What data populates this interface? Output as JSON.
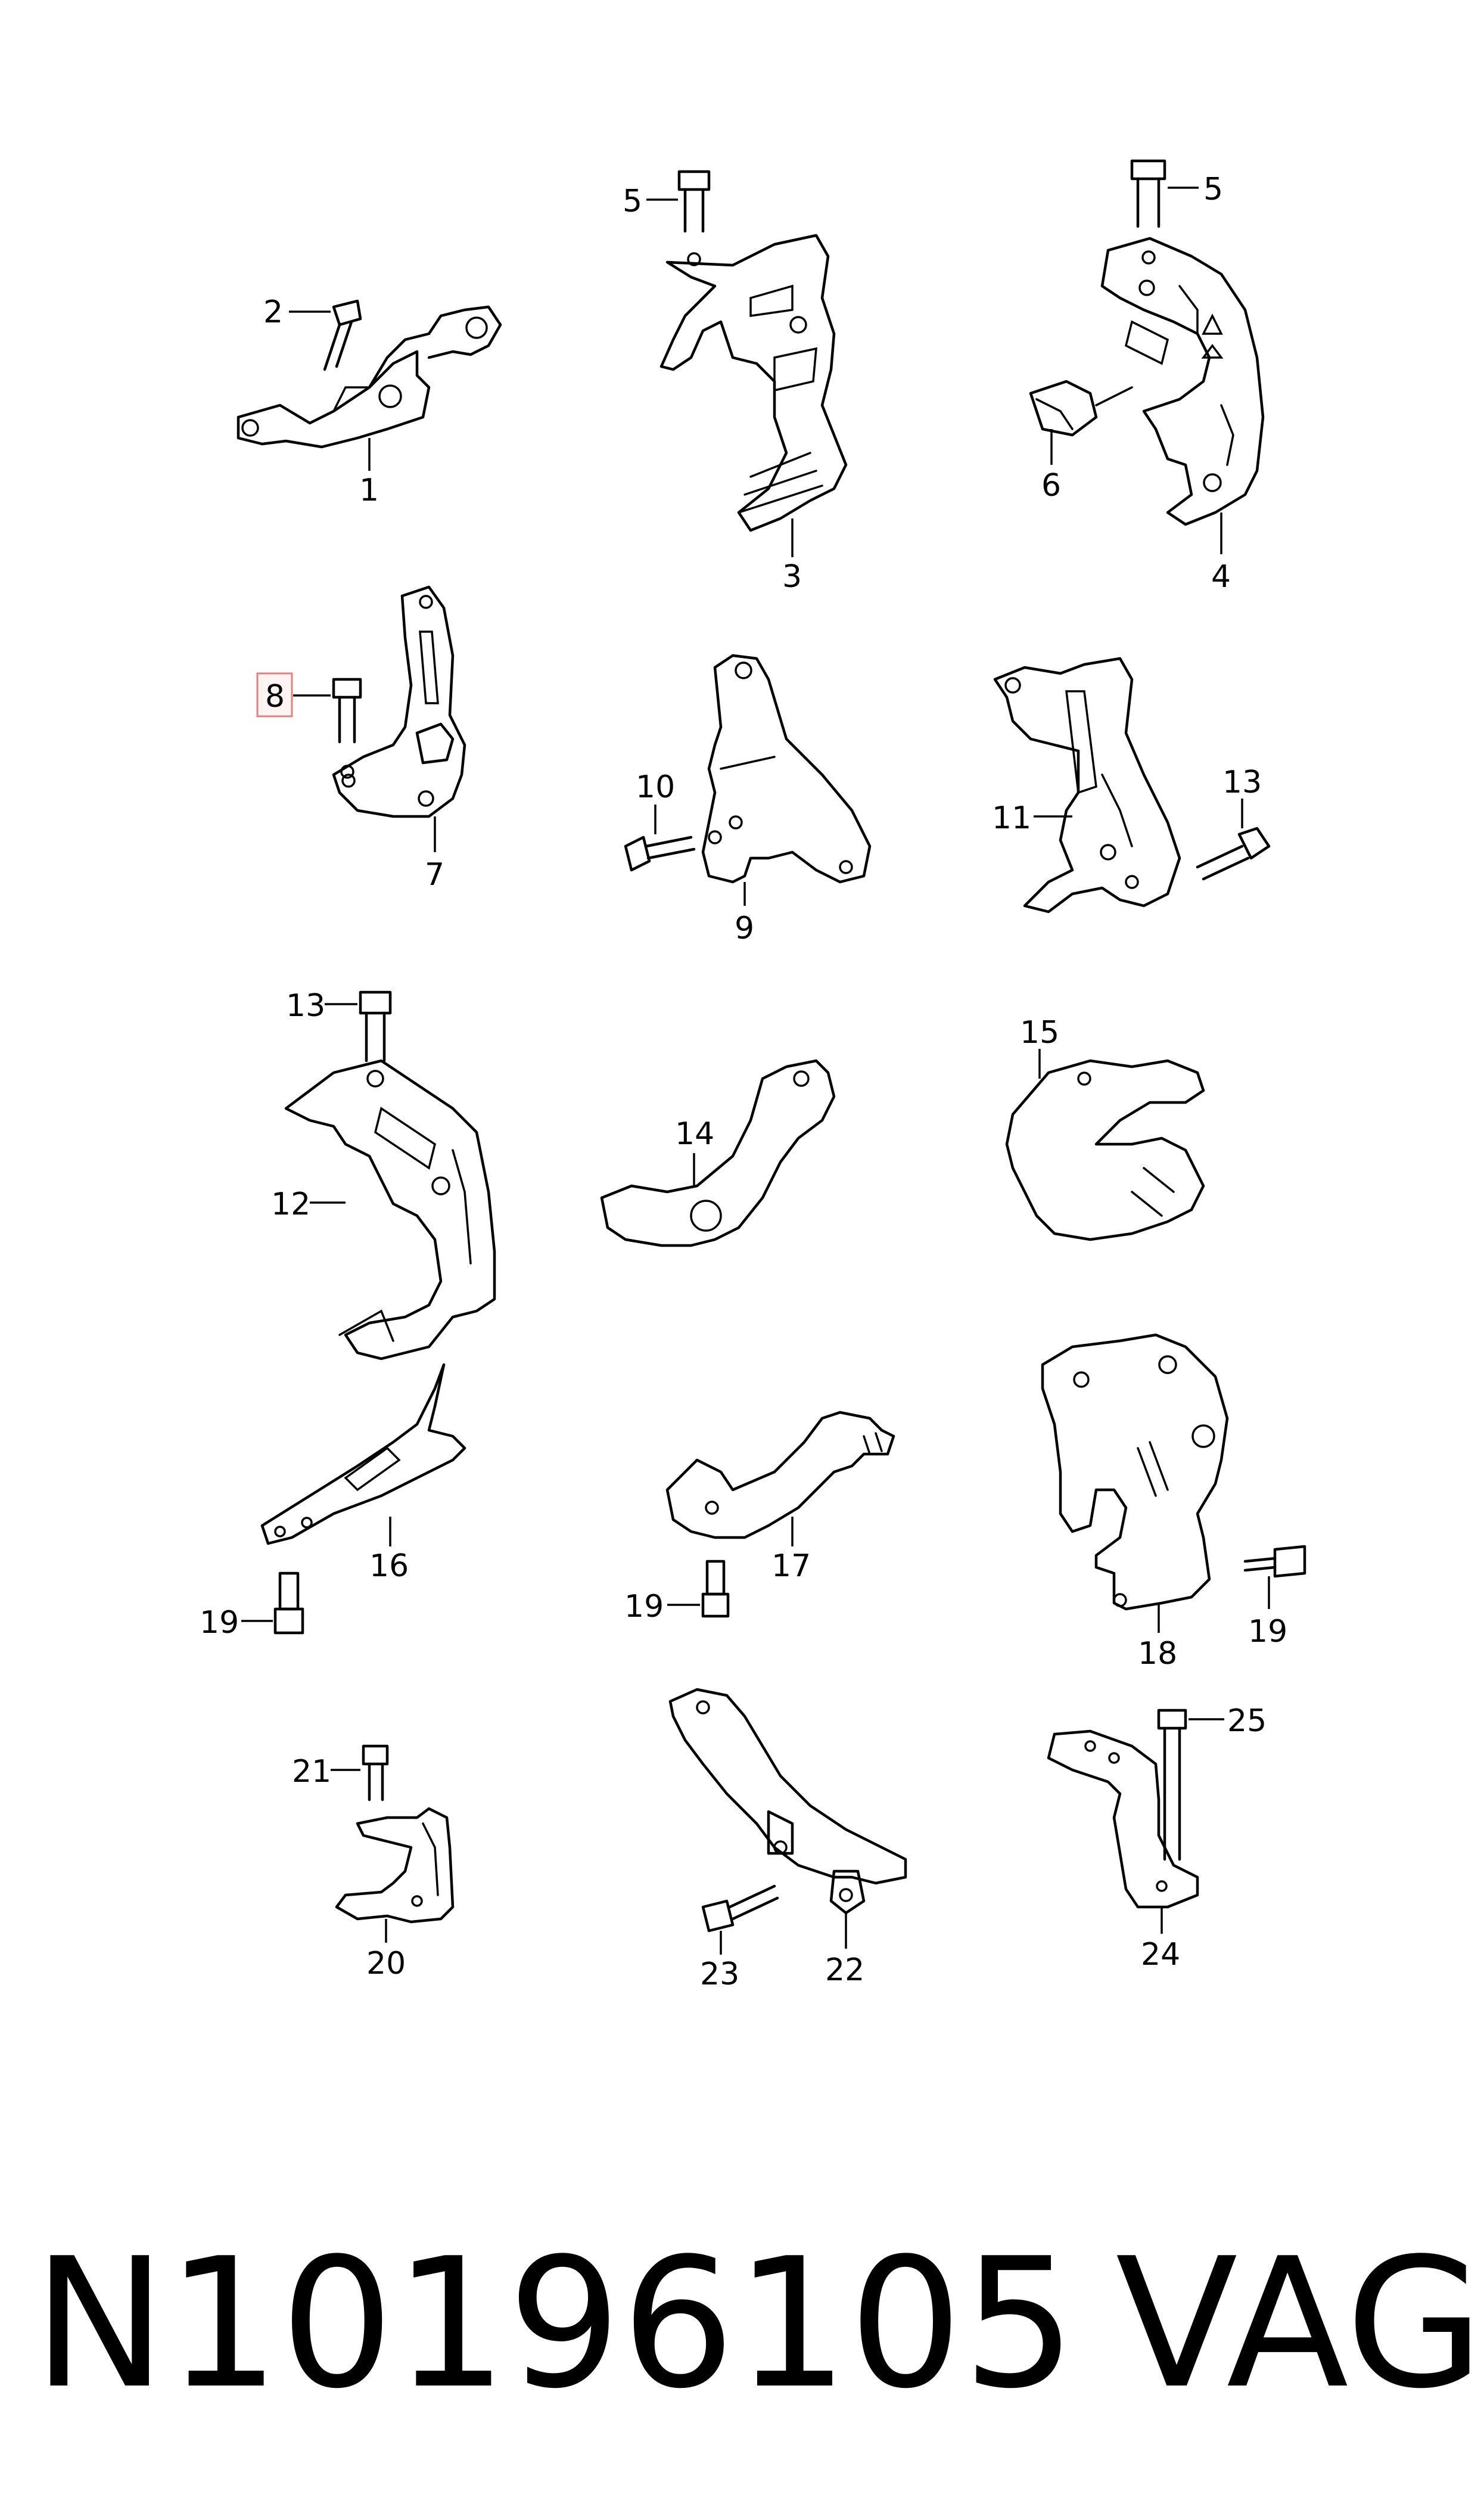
{
  "callouts": {
    "c1": "1",
    "c2": "2",
    "c3": "3",
    "c4": "4",
    "c5a": "5",
    "c5b": "5",
    "c6": "6",
    "c7": "7",
    "c8": "8",
    "c9": "9",
    "c10": "10",
    "c11": "11",
    "c12": "12",
    "c13a": "13",
    "c13b": "13",
    "c14": "14",
    "c15": "15",
    "c16": "16",
    "c17": "17",
    "c18": "18",
    "c19a": "19",
    "c19b": "19",
    "c19c": "19",
    "c20": "20",
    "c21": "21",
    "c22": "22",
    "c23": "23",
    "c24": "24",
    "c25": "25"
  },
  "highlighted_callout": "8",
  "footer": {
    "part_number": "N10196105",
    "brand": "VAG"
  },
  "colors": {
    "ink": "#000000",
    "highlight_border": "#e08080",
    "highlight_fill": "#fff3f3"
  }
}
